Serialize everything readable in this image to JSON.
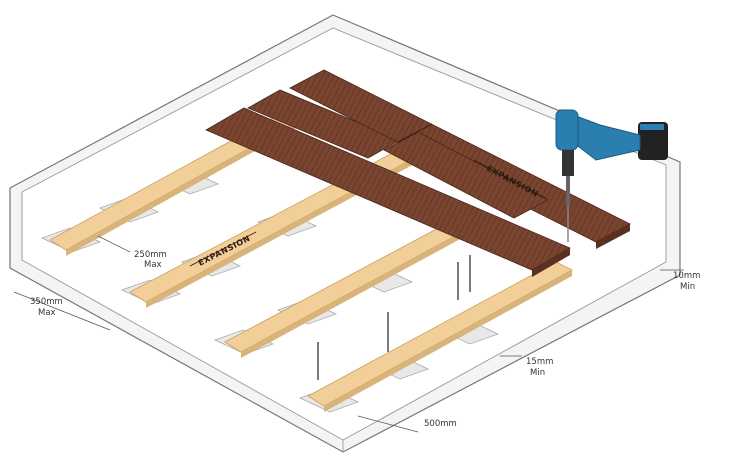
{
  "diagram": {
    "labels": {
      "joist_spacing_value": "250mm",
      "joist_spacing_qual": "Max",
      "support_spacing_value": "350mm",
      "support_spacing_qual": "Max",
      "wall_gap_value": "10mm",
      "wall_gap_qual": "Min",
      "end_gap_value": "15mm",
      "end_gap_qual": "Min",
      "board_length_value": "500mm",
      "expansion_left": "EXPANSION",
      "expansion_right": "EXPANSION"
    },
    "icons": [
      "cordless-drill-icon",
      "screw-icon"
    ],
    "colors": {
      "board": "#7a4530",
      "joist": "#f2cf98",
      "support_block": "#e6e6e6",
      "drill_body": "#2a7fb0",
      "wall_outline": "#777777"
    }
  }
}
